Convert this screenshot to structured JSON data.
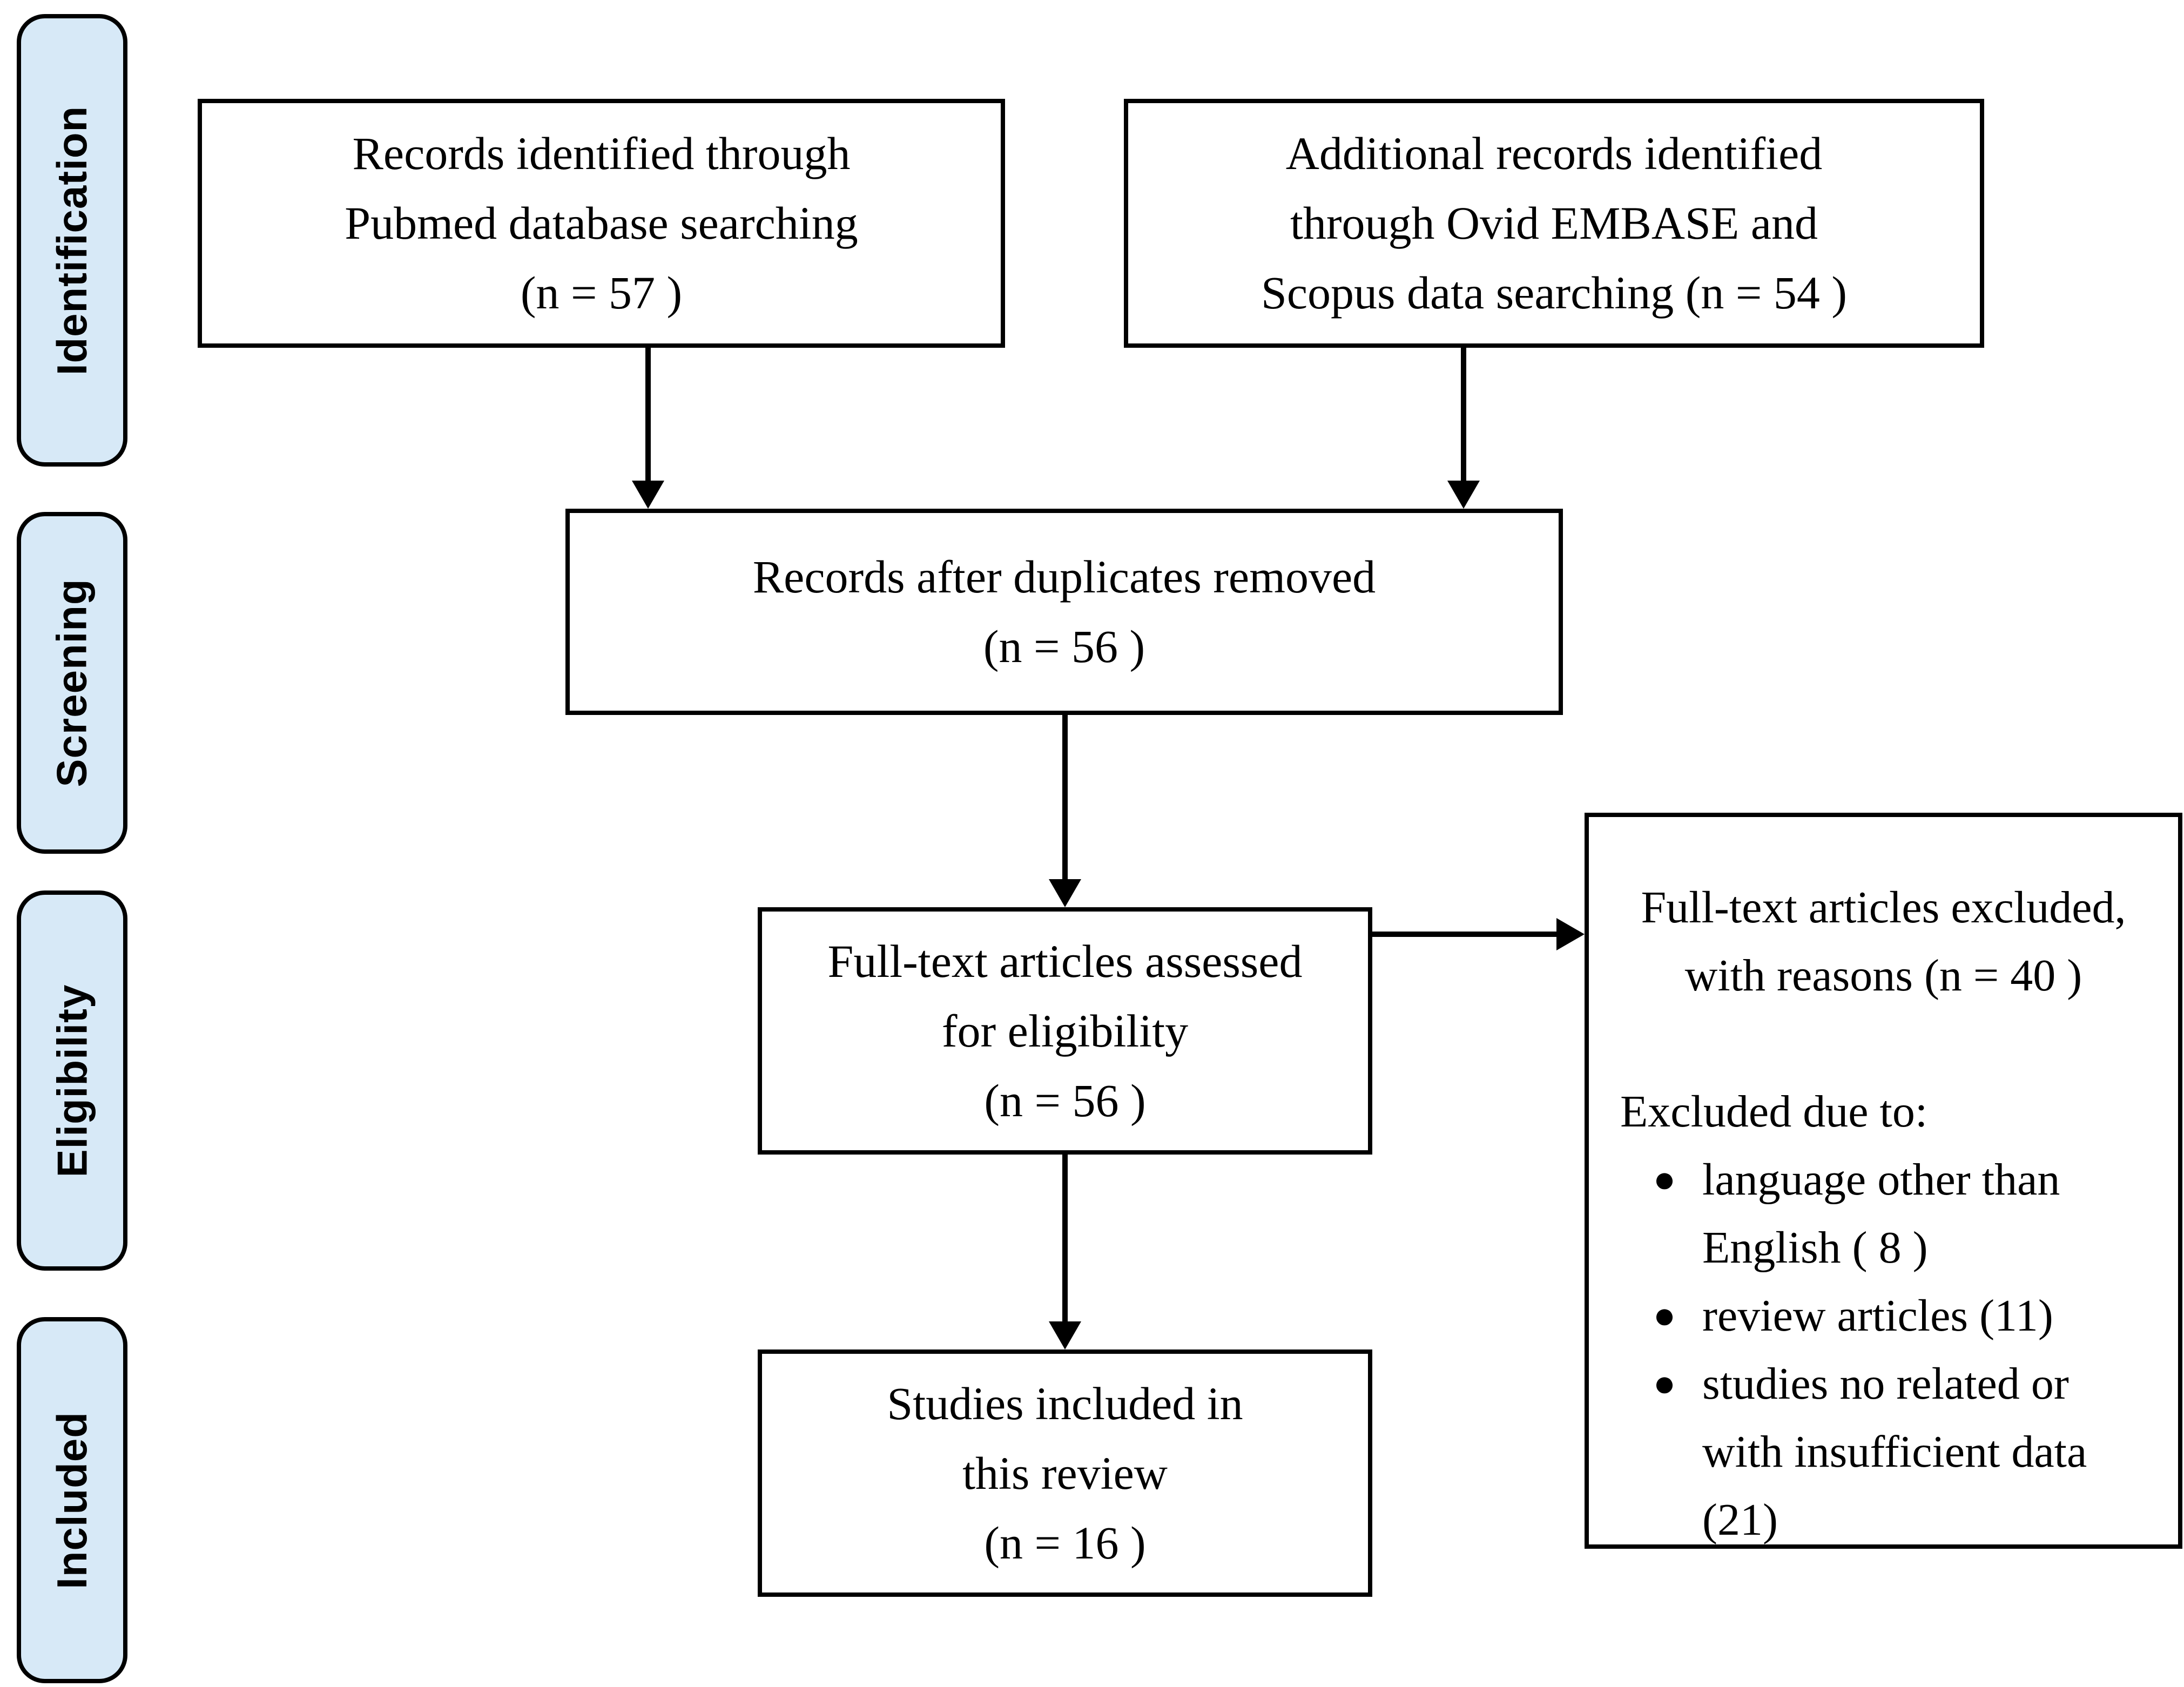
{
  "stages": [
    "Identification",
    "Screening",
    "Eligibility",
    "Included"
  ],
  "boxes": {
    "records_pubmed": {
      "line1": "Records identified through",
      "line2": "Pubmed database searching",
      "line3": "(n =  57  )"
    },
    "records_additional": {
      "line1": "Additional records identified",
      "line2": "through Ovid EMBASE and",
      "line3": "Scopus data searching (n = 54 )"
    },
    "duplicates_removed": {
      "line1": "Records after duplicates removed",
      "line2": "(n = 56 )"
    },
    "fulltext_assessed": {
      "line1": "Full-text articles assessed",
      "line2": "for eligibility",
      "line3": "(n = 56 )"
    },
    "studies_included": {
      "line1": "Studies included in",
      "line2": "this review",
      "line3": "(n = 16 )"
    },
    "excluded": {
      "line1": "Full-text articles excluded,",
      "line2": "with reasons (n = 40 )",
      "subheading": "Excluded due to:",
      "bullet_marker": "●",
      "bullets": [
        "language other than English ( 8 )",
        "review articles (11)",
        "studies no related or with insufficient data (21)"
      ]
    }
  },
  "colors": {
    "stage_fill": "#d7e9f7",
    "stage_border": "#000000",
    "box_fill": "#ffffff",
    "box_border": "#000000",
    "arrow": "#000000",
    "text": "#000000",
    "background": "#ffffff"
  }
}
